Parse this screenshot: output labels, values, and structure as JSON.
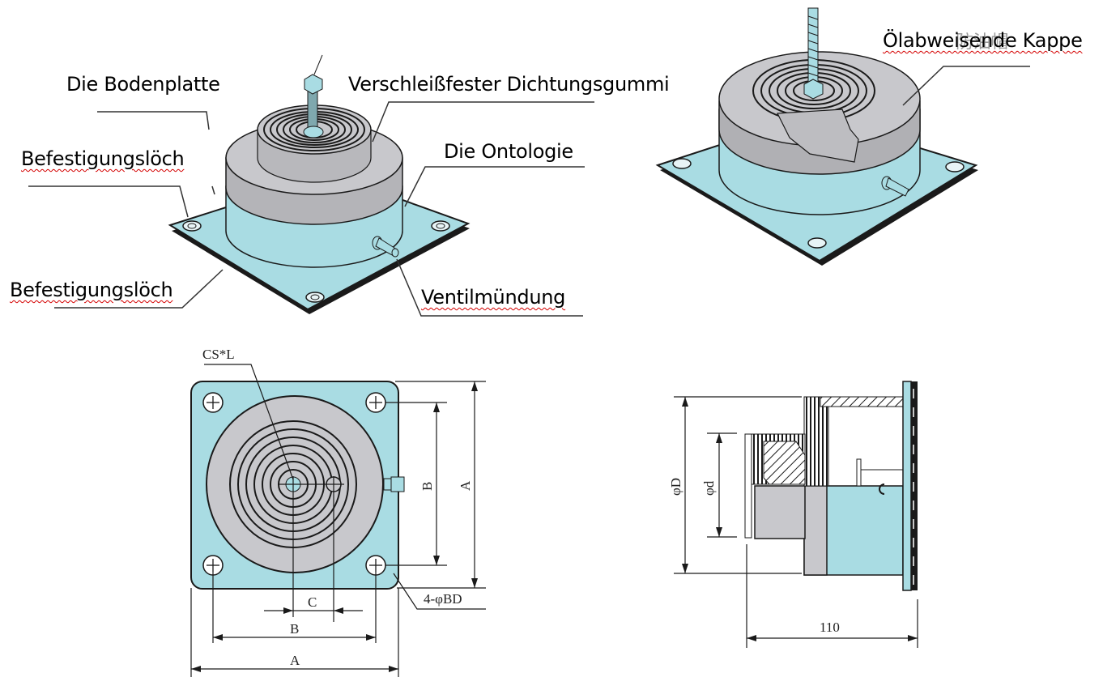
{
  "colors": {
    "plate": "#a9dce3",
    "rubber": "#c8c8cc",
    "rubber_dark": "#b4b4b8",
    "line": "#1a1a1a",
    "spellcheck": "#d40000"
  },
  "callouts": {
    "bodenplatte": "Die Bodenplatte",
    "dichtungsgummi": "Verschleißfester Dichtungsgummi",
    "befestigung_top": "Befestigungslöch",
    "ontologie": "Die Ontologie",
    "befestigung_bottom": "Befestigungslöch",
    "ventil": "Ventilmündung",
    "kappe": "Ölabweisende Kappe",
    "kappe_ghost": "防油帽"
  },
  "top_view": {
    "cs_label": "CS*L",
    "dim_a_horizontal": "A",
    "dim_b_horizontal": "B",
    "dim_c": "C",
    "dim_a_vertical": "A",
    "dim_b_vertical": "B",
    "hole_label": "4-φBD"
  },
  "side_view": {
    "dim_D": "φD",
    "dim_d": "φd",
    "length": "110"
  }
}
